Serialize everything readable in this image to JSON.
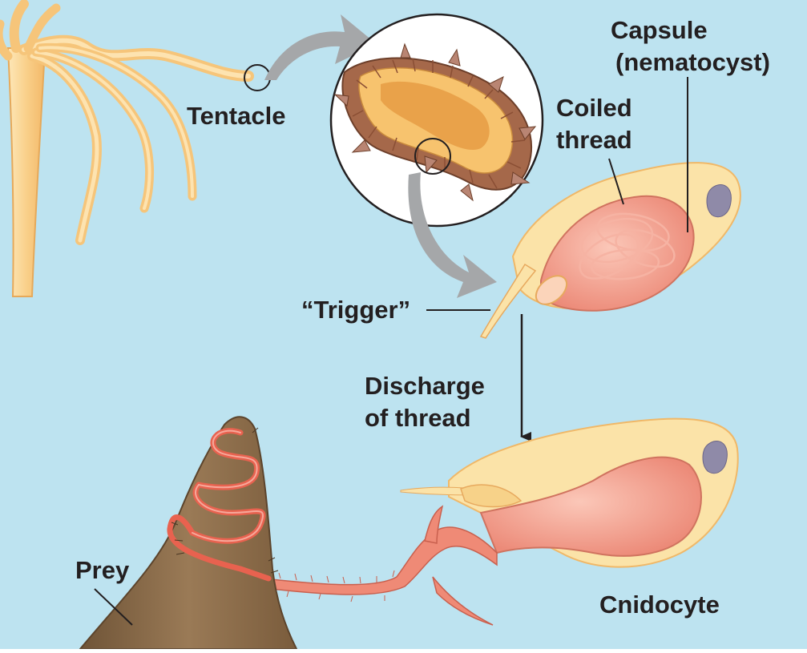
{
  "labels": {
    "tentacle": "Tentacle",
    "capsule_line1": "Capsule",
    "capsule_line2": "(nematocyst)",
    "coiled_line1": "Coiled",
    "coiled_line2": "thread",
    "trigger": "“Trigger”",
    "discharge_line1": "Discharge",
    "discharge_line2": "of thread",
    "prey": "Prey",
    "cnidocyte": "Cnidocyte"
  },
  "colors": {
    "background": "#bde3f0",
    "hydra_body": "#f9d08a",
    "cell_body": "#fbe3a8",
    "capsule": "#f4a193",
    "thread": "#e8624f",
    "prey": "#8a6a48",
    "arrow_gray": "#a5a7a9",
    "nucleus": "#8f8aa8"
  }
}
